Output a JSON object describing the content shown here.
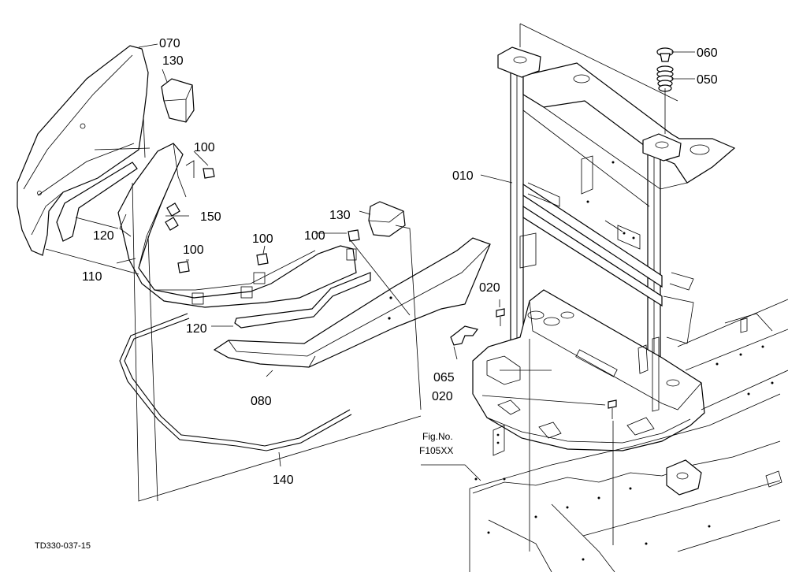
{
  "drawing_code": "TD330-037-15",
  "fig_ref": {
    "line1": "Fig.No.",
    "line2": "F105XX"
  },
  "callouts": {
    "c070": "070",
    "c130a": "130",
    "c100a": "100",
    "c150": "150",
    "c120a": "120",
    "c110": "110",
    "c100b": "100",
    "c100c": "100",
    "c100d": "100",
    "c130b": "130",
    "c120b": "120",
    "c080": "080",
    "c140": "140",
    "c060": "060",
    "c050": "050",
    "c010": "010",
    "c020a": "020",
    "c065": "065",
    "c020b": "020"
  }
}
